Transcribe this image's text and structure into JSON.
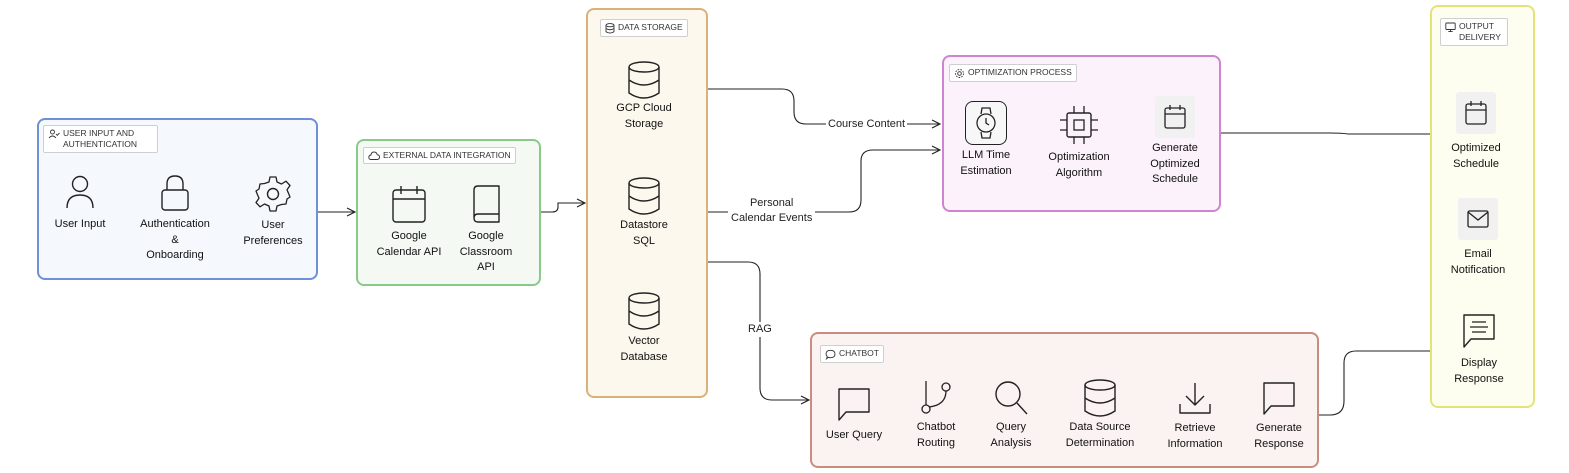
{
  "groups": {
    "user": "USER INPUT AND AUTHENTICATION",
    "external": "EXTERNAL DATA INTEGRATION",
    "storage": "DATA STORAGE",
    "optimization": "OPTIMIZATION PROCESS",
    "chatbot": "CHATBOT",
    "output": "OUTPUT DELIVERY"
  },
  "nodes": {
    "user_input": "User Input",
    "authentication": "Authentication\n&\nOnboarding",
    "user_preferences": "User\nPreferences",
    "google_calendar": "Google\nCalendar API",
    "google_classroom": "Google\nClassroom\nAPI",
    "gcp_storage": "GCP Cloud\nStorage",
    "datastore_sql": "Datastore\nSQL",
    "vector_db": "Vector\nDatabase",
    "llm_time": "LLM Time\nEstimation",
    "opt_algorithm": "Optimization\nAlgorithm",
    "generate_schedule": "Generate\nOptimized\nSchedule",
    "user_query": "User Query",
    "chatbot_routing": "Chatbot\nRouting",
    "query_analysis": "Query\nAnalysis",
    "data_source": "Data Source\nDetermination",
    "retrieve_info": "Retrieve\nInformation",
    "generate_response": "Generate\nResponse",
    "optimized_schedule": "Optimized\nSchedule",
    "email_notification": "Email\nNotification",
    "display_response": "Display\nResponse"
  },
  "edge_labels": {
    "course_content": "Course Content",
    "personal_calendar": "Personal\nCalendar Events",
    "rag": "RAG"
  },
  "colors": {
    "user": "#6f8fd8",
    "external": "#8bc98a",
    "storage": "#d8b27a",
    "optimization": "#cf84cf",
    "chatbot": "#c98c80",
    "output": "#e3e378"
  }
}
